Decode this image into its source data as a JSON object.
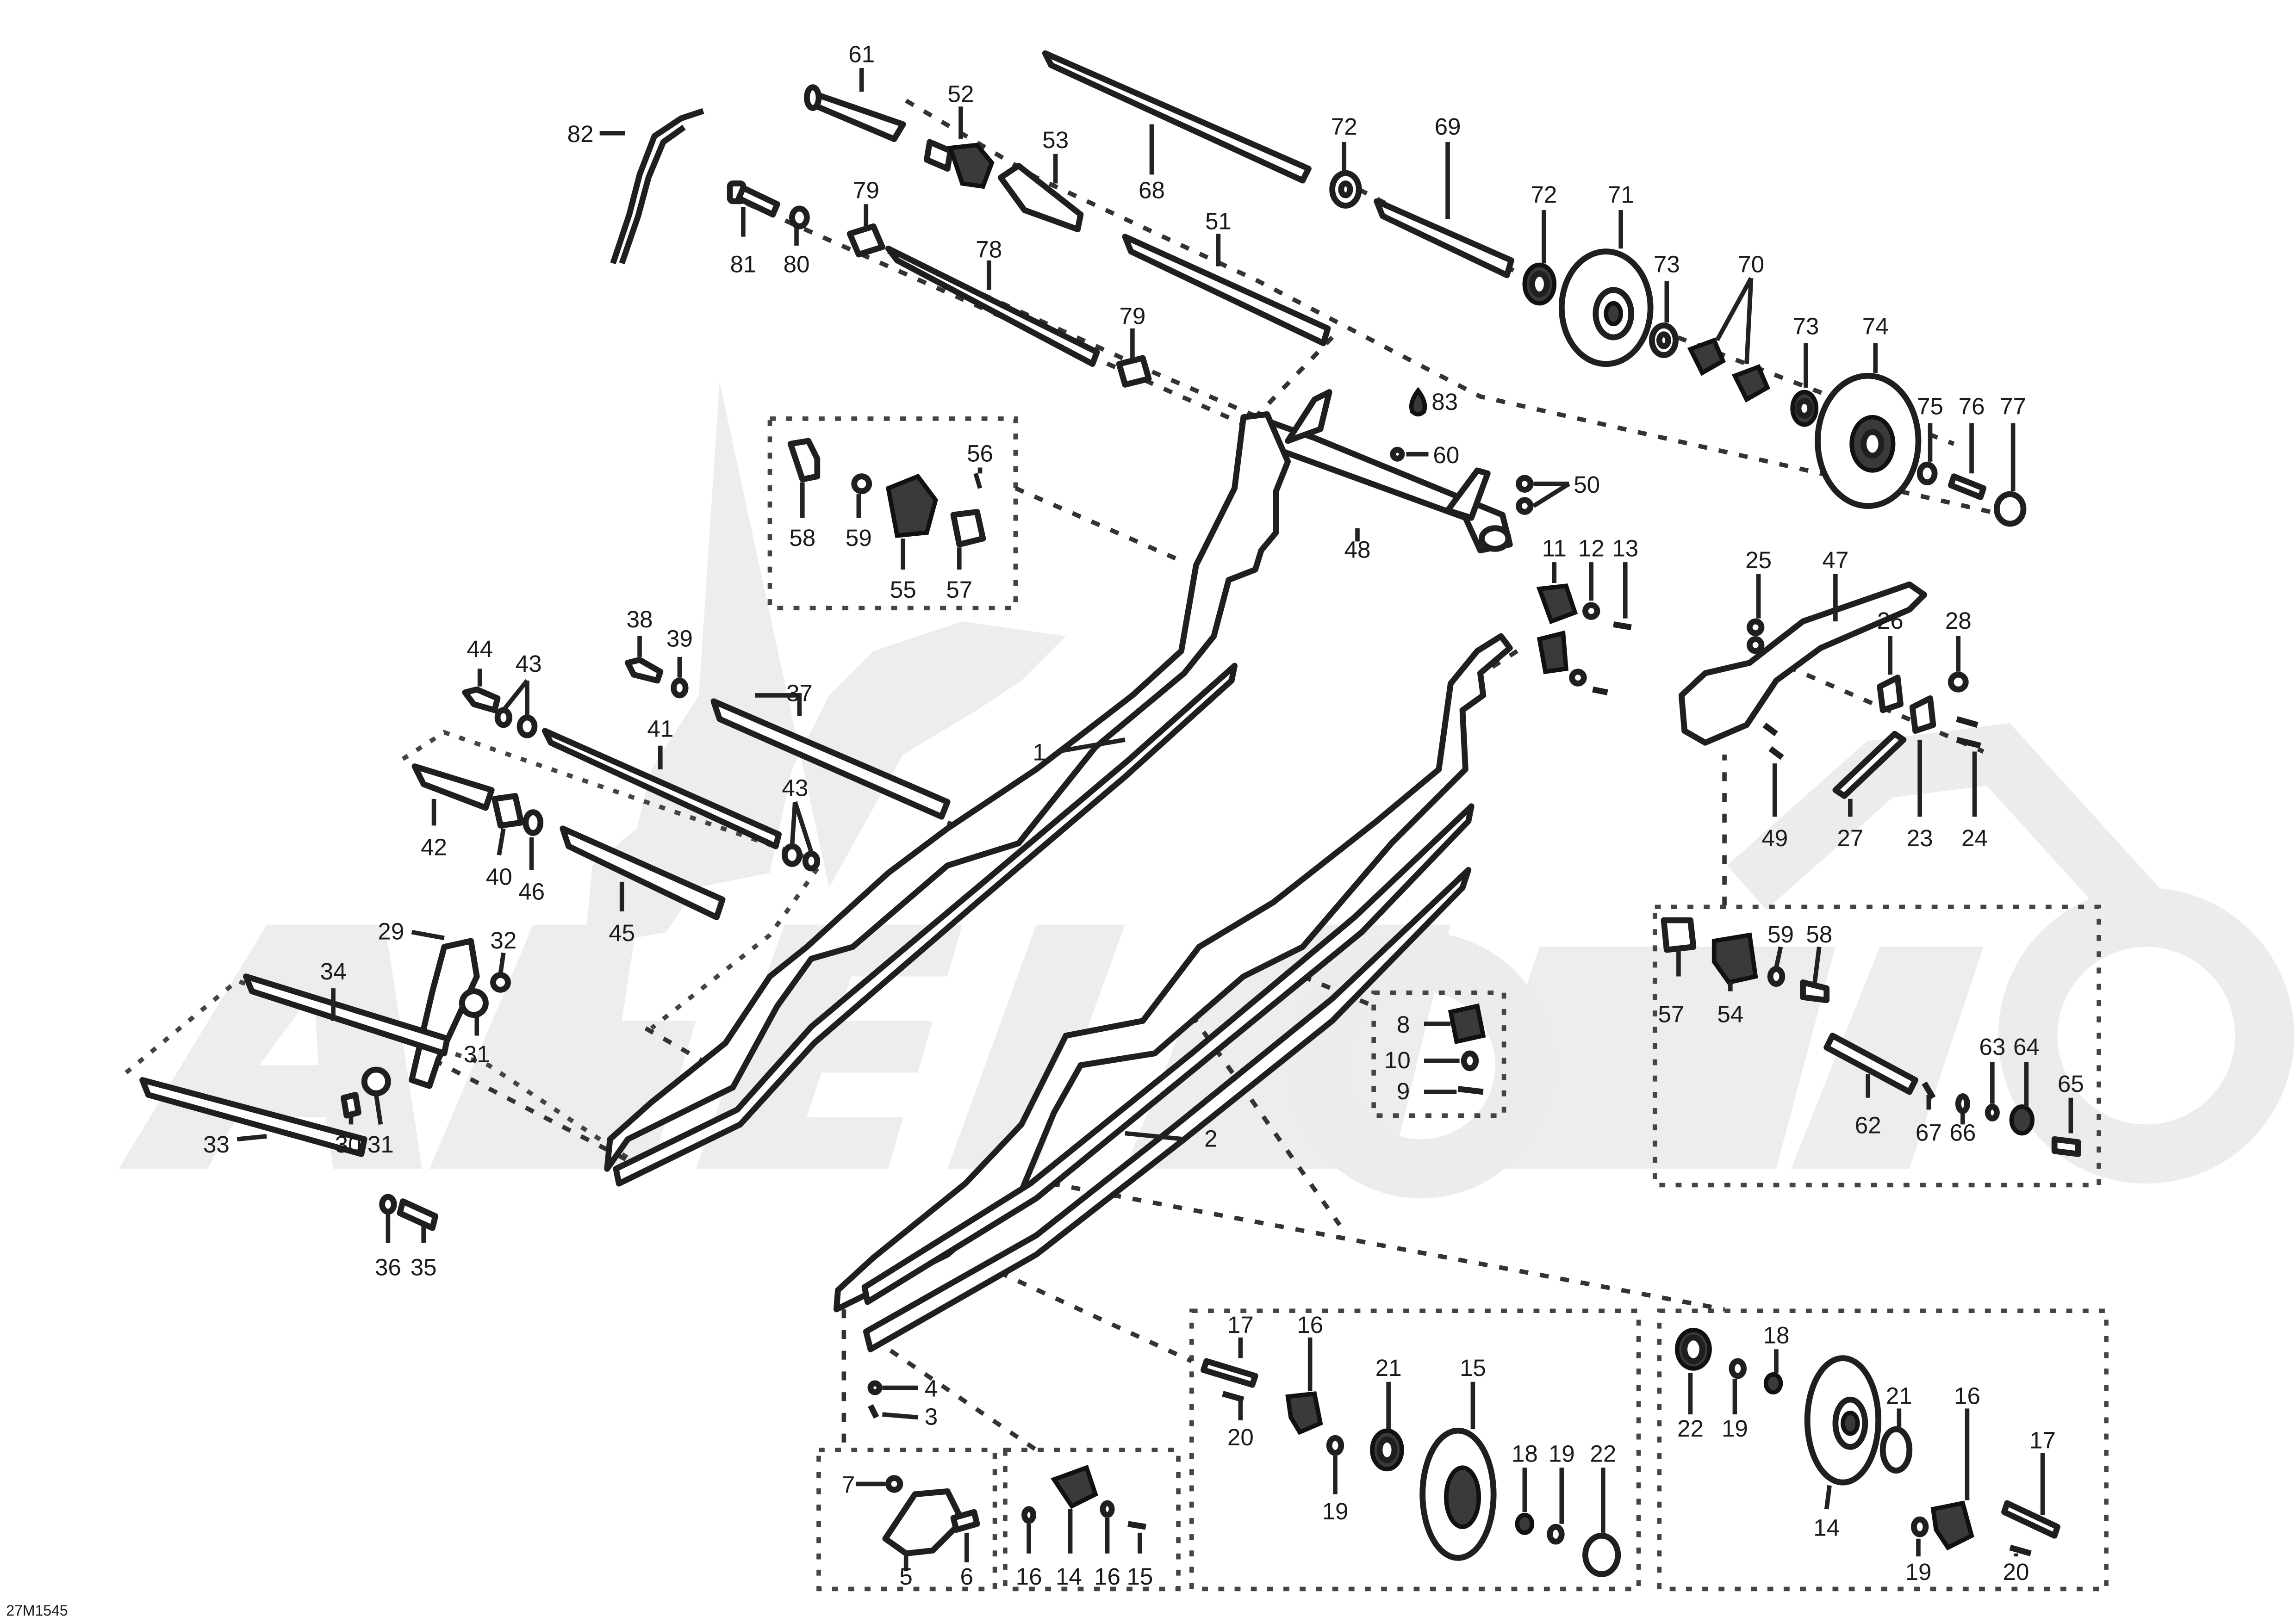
{
  "drawing_code": "27M1545",
  "oil_symbol_label": "83",
  "callouts": [
    {
      "id": "c1",
      "text": "1"
    },
    {
      "id": "c2",
      "text": "2"
    },
    {
      "id": "c3",
      "text": "3"
    },
    {
      "id": "c4",
      "text": "4"
    },
    {
      "id": "c5",
      "text": "5"
    },
    {
      "id": "c6",
      "text": "6"
    },
    {
      "id": "c7",
      "text": "7"
    },
    {
      "id": "c8",
      "text": "8"
    },
    {
      "id": "c9",
      "text": "9"
    },
    {
      "id": "c10",
      "text": "10"
    },
    {
      "id": "c11",
      "text": "11"
    },
    {
      "id": "c12",
      "text": "12"
    },
    {
      "id": "c13",
      "text": "13"
    },
    {
      "id": "c14a",
      "text": "14"
    },
    {
      "id": "c14b",
      "text": "14"
    },
    {
      "id": "c15a",
      "text": "15"
    },
    {
      "id": "c15b",
      "text": "15"
    },
    {
      "id": "c16a",
      "text": "16"
    },
    {
      "id": "c16b",
      "text": "16"
    },
    {
      "id": "c16c",
      "text": "16"
    },
    {
      "id": "c16d",
      "text": "16"
    },
    {
      "id": "c17a",
      "text": "17"
    },
    {
      "id": "c17b",
      "text": "17"
    },
    {
      "id": "c18a",
      "text": "18"
    },
    {
      "id": "c18b",
      "text": "18"
    },
    {
      "id": "c19a",
      "text": "19"
    },
    {
      "id": "c19b",
      "text": "19"
    },
    {
      "id": "c19c",
      "text": "19"
    },
    {
      "id": "c19d",
      "text": "19"
    },
    {
      "id": "c20a",
      "text": "20"
    },
    {
      "id": "c20b",
      "text": "20"
    },
    {
      "id": "c21a",
      "text": "21"
    },
    {
      "id": "c21b",
      "text": "21"
    },
    {
      "id": "c22a",
      "text": "22"
    },
    {
      "id": "c22b",
      "text": "22"
    },
    {
      "id": "c23",
      "text": "23"
    },
    {
      "id": "c24",
      "text": "24"
    },
    {
      "id": "c25",
      "text": "25"
    },
    {
      "id": "c26",
      "text": "26"
    },
    {
      "id": "c27",
      "text": "27"
    },
    {
      "id": "c28",
      "text": "28"
    },
    {
      "id": "c29",
      "text": "29"
    },
    {
      "id": "c30",
      "text": "30"
    },
    {
      "id": "c31a",
      "text": "31"
    },
    {
      "id": "c31b",
      "text": "31"
    },
    {
      "id": "c32",
      "text": "32"
    },
    {
      "id": "c33",
      "text": "33"
    },
    {
      "id": "c34",
      "text": "34"
    },
    {
      "id": "c35",
      "text": "35"
    },
    {
      "id": "c36",
      "text": "36"
    },
    {
      "id": "c37",
      "text": "37"
    },
    {
      "id": "c38",
      "text": "38"
    },
    {
      "id": "c39",
      "text": "39"
    },
    {
      "id": "c40",
      "text": "40"
    },
    {
      "id": "c41",
      "text": "41"
    },
    {
      "id": "c42",
      "text": "42"
    },
    {
      "id": "c43a",
      "text": "43"
    },
    {
      "id": "c43b",
      "text": "43"
    },
    {
      "id": "c44",
      "text": "44"
    },
    {
      "id": "c45",
      "text": "45"
    },
    {
      "id": "c46",
      "text": "46"
    },
    {
      "id": "c47",
      "text": "47"
    },
    {
      "id": "c48",
      "text": "48"
    },
    {
      "id": "c49",
      "text": "49"
    },
    {
      "id": "c50",
      "text": "50"
    },
    {
      "id": "c51",
      "text": "51"
    },
    {
      "id": "c52",
      "text": "52"
    },
    {
      "id": "c53",
      "text": "53"
    },
    {
      "id": "c54",
      "text": "54"
    },
    {
      "id": "c55",
      "text": "55"
    },
    {
      "id": "c56",
      "text": "56"
    },
    {
      "id": "c57a",
      "text": "57"
    },
    {
      "id": "c57b",
      "text": "57"
    },
    {
      "id": "c58a",
      "text": "58"
    },
    {
      "id": "c58b",
      "text": "58"
    },
    {
      "id": "c59a",
      "text": "59"
    },
    {
      "id": "c59b",
      "text": "59"
    },
    {
      "id": "c60",
      "text": "60"
    },
    {
      "id": "c61",
      "text": "61"
    },
    {
      "id": "c62",
      "text": "62"
    },
    {
      "id": "c63",
      "text": "63"
    },
    {
      "id": "c64",
      "text": "64"
    },
    {
      "id": "c65",
      "text": "65"
    },
    {
      "id": "c66",
      "text": "66"
    },
    {
      "id": "c67",
      "text": "67"
    },
    {
      "id": "c68",
      "text": "68"
    },
    {
      "id": "c69",
      "text": "69"
    },
    {
      "id": "c70",
      "text": "70"
    },
    {
      "id": "c71",
      "text": "71"
    },
    {
      "id": "c72a",
      "text": "72"
    },
    {
      "id": "c72b",
      "text": "72"
    },
    {
      "id": "c73a",
      "text": "73"
    },
    {
      "id": "c73b",
      "text": "73"
    },
    {
      "id": "c74",
      "text": "74"
    },
    {
      "id": "c75",
      "text": "75"
    },
    {
      "id": "c76",
      "text": "76"
    },
    {
      "id": "c77",
      "text": "77"
    },
    {
      "id": "c78",
      "text": "78"
    },
    {
      "id": "c79a",
      "text": "79"
    },
    {
      "id": "c79b",
      "text": "79"
    },
    {
      "id": "c80",
      "text": "80"
    },
    {
      "id": "c81",
      "text": "81"
    },
    {
      "id": "c82",
      "text": "82"
    }
  ]
}
